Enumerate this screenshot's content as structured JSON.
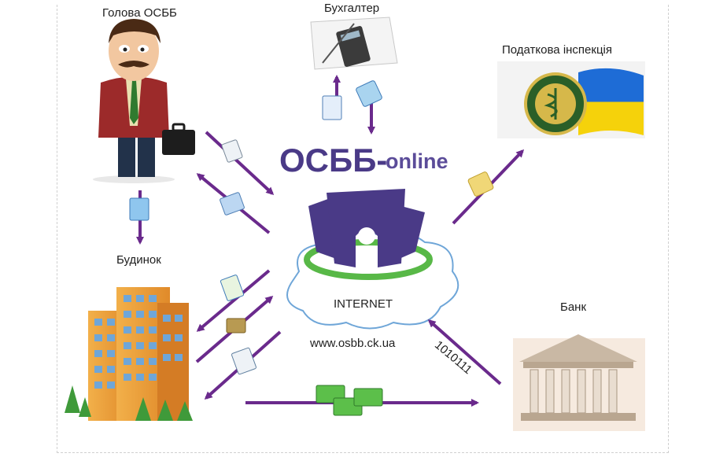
{
  "labels": {
    "chairman": "Голова ОСББ",
    "accountant": "Бухгалтер",
    "tax": "Податкова інспекція",
    "building": "Будинок",
    "bank": "Банк"
  },
  "brand": {
    "ossbb": "ОСББ-",
    "online": "online"
  },
  "internet_label": "INTERNET",
  "url": "www.osbb.ck.ua",
  "binary": "1010111",
  "colors": {
    "arrow": "#6a2a8c",
    "brand": "#4a3a87",
    "cloud_ring": "#58b847"
  }
}
